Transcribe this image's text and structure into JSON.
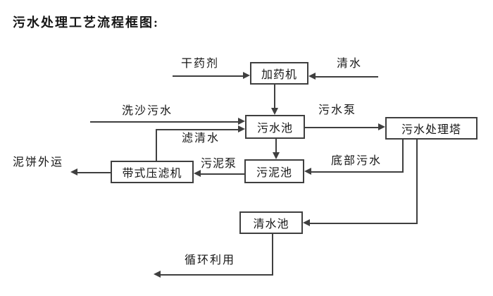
{
  "title": "污水处理工艺流程框图:",
  "nodes": {
    "dosing_machine": "加药机",
    "sewage_pool": "污水池",
    "treatment_tower": "污水处理塔",
    "sludge_pool": "污泥池",
    "belt_filter_press": "带式压滤机",
    "clean_water_pool": "清水池"
  },
  "flows": {
    "dry_agent": "干药剂",
    "clean_water": "清水",
    "sand_washing_sewage": "洗沙污水",
    "filtered_water": "滤清水",
    "sewage_pump": "污水泵",
    "bottom_sewage": "底部污水",
    "sludge_pump": "污泥泵",
    "mud_cake_out": "泥饼外运",
    "recycling": "循环利用"
  },
  "edges": [
    {
      "from": "干药剂",
      "to": "加药机"
    },
    {
      "from": "清水",
      "to": "加药机"
    },
    {
      "from": "加药机",
      "to": "污水池"
    },
    {
      "from": "洗沙污水",
      "to": "污水池"
    },
    {
      "from": "带式压滤机",
      "to": "污水池",
      "label": "滤清水"
    },
    {
      "from": "污水池",
      "to": "污水处理塔",
      "label": "污水泵"
    },
    {
      "from": "污水池",
      "to": "污泥池"
    },
    {
      "from": "污水处理塔",
      "to": "污泥池",
      "label": "底部污水"
    },
    {
      "from": "污水处理塔",
      "to": "清水池"
    },
    {
      "from": "污泥池",
      "to": "带式压滤机",
      "label": "污泥泵"
    },
    {
      "from": "带式压滤机",
      "to": "泥饼外运"
    },
    {
      "from": "清水池",
      "to": "循环利用"
    }
  ],
  "colors": {
    "line": "#3f3f3f",
    "text": "#161616",
    "background": "#ffffff"
  }
}
